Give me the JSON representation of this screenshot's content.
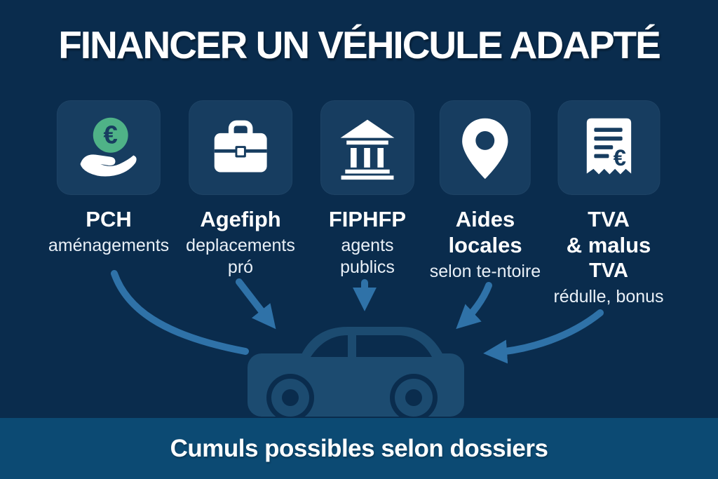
{
  "header": {
    "title": "FINANCER UN VÉHICULE ADAPTÉ"
  },
  "programs": [
    {
      "icon": "hand-euro-icon",
      "name": "PCH",
      "desc_lines": [
        "aménagements"
      ]
    },
    {
      "icon": "briefcase-icon",
      "name": "Agefiph",
      "desc_lines": [
        "deplacements",
        "pró"
      ]
    },
    {
      "icon": "bank-icon",
      "name": "FIPHFP",
      "desc_lines": [
        "agents",
        "publics"
      ]
    },
    {
      "icon": "map-pin-icon",
      "name_lines": [
        "Aides",
        "locales"
      ],
      "desc_lines": [
        "selon te-ntoire"
      ]
    },
    {
      "icon": "receipt-euro-icon",
      "name_lines": [
        "TVA",
        "& malus"
      ],
      "subname": "TVA",
      "desc_lines": [
        "rédulle, bonus"
      ]
    }
  ],
  "footer": {
    "text": "Cumuls possibles selon dossiers"
  },
  "colors": {
    "background": "#0A2C4D",
    "card": "#173D60",
    "accent_green": "#4FB287",
    "arrow_blue": "#2F72A8",
    "car_blue": "#1C4B70",
    "footer_band": "#0C4A73",
    "text": "#FFFFFF"
  }
}
